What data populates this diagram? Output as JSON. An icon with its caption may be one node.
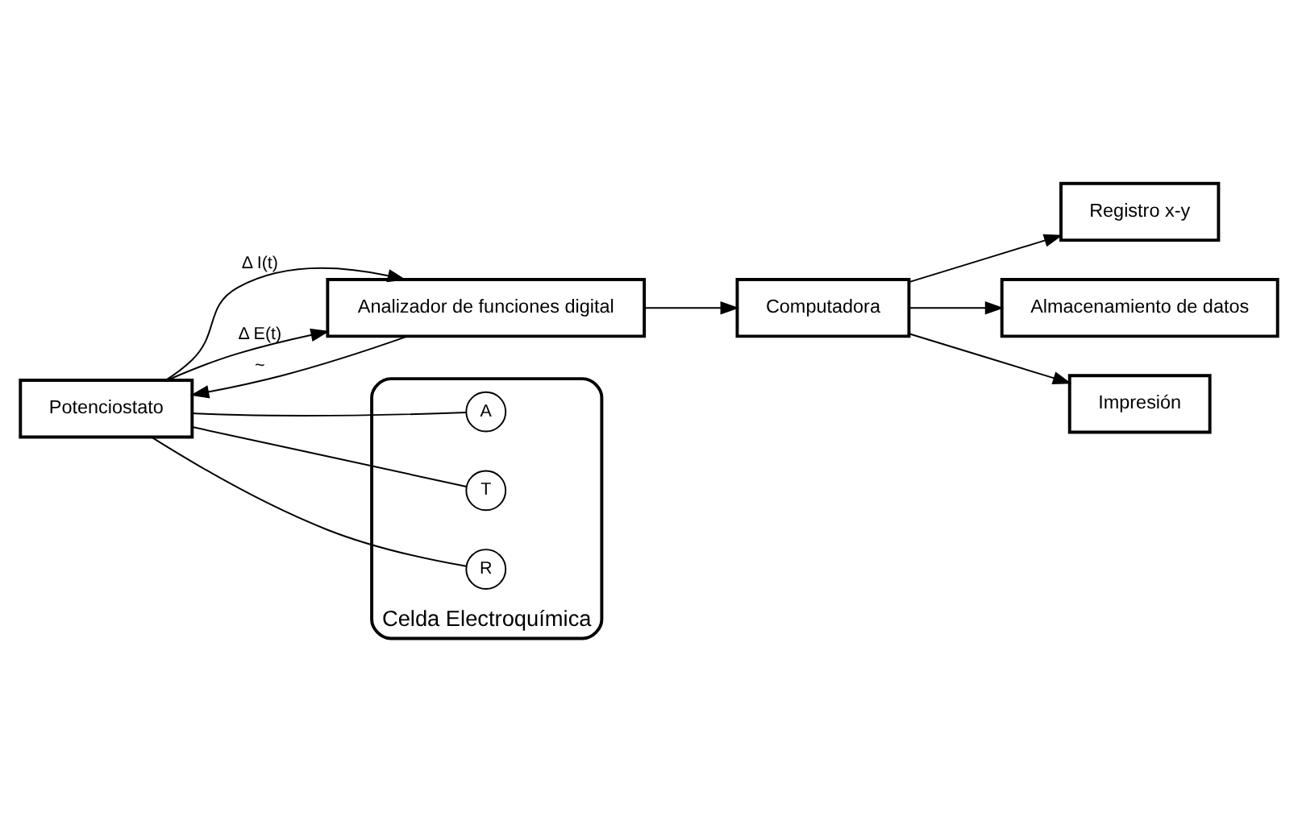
{
  "diagram": {
    "nodes": [
      {
        "text": [
          "Potenciostato"
        ]
      },
      {
        "text": [
          "Analizador de funciones digital"
        ]
      },
      {
        "text": [
          "Computadora"
        ]
      },
      {
        "text": [
          "Registro x-y"
        ]
      },
      {
        "text": [
          "Almacenamiento de datos"
        ]
      },
      {
        "text": [
          "Impresión"
        ]
      },
      {
        "text": [
          "Celda Electroquímica"
        ]
      },
      {
        "text": [
          "A"
        ],
        "in": 6
      },
      {
        "text": [
          "T"
        ],
        "in": 6
      },
      {
        "text": [
          "R"
        ],
        "in": 6
      }
    ],
    "edges": [
      {
        "from": 1,
        "to": 0,
        "arrow": "to",
        "label": "~"
      },
      {
        "from": 0,
        "to": 1,
        "arrow": "to",
        "label": "Δ I(t)"
      },
      {
        "from": 0,
        "to": 1,
        "arrow": "to",
        "label": "Δ E(t)"
      },
      {
        "from": 1,
        "to": 2,
        "arrow": "to"
      },
      {
        "from": 2,
        "to": 3,
        "arrow": "to"
      },
      {
        "from": 2,
        "to": 4,
        "arrow": "to"
      },
      {
        "from": 2,
        "to": 5,
        "arrow": "to"
      },
      {
        "from": 0,
        "to": 7,
        "arrow": "none"
      },
      {
        "from": 0,
        "to": 8,
        "arrow": "none"
      },
      {
        "from": 0,
        "to": 9,
        "arrow": "none"
      }
    ]
  }
}
